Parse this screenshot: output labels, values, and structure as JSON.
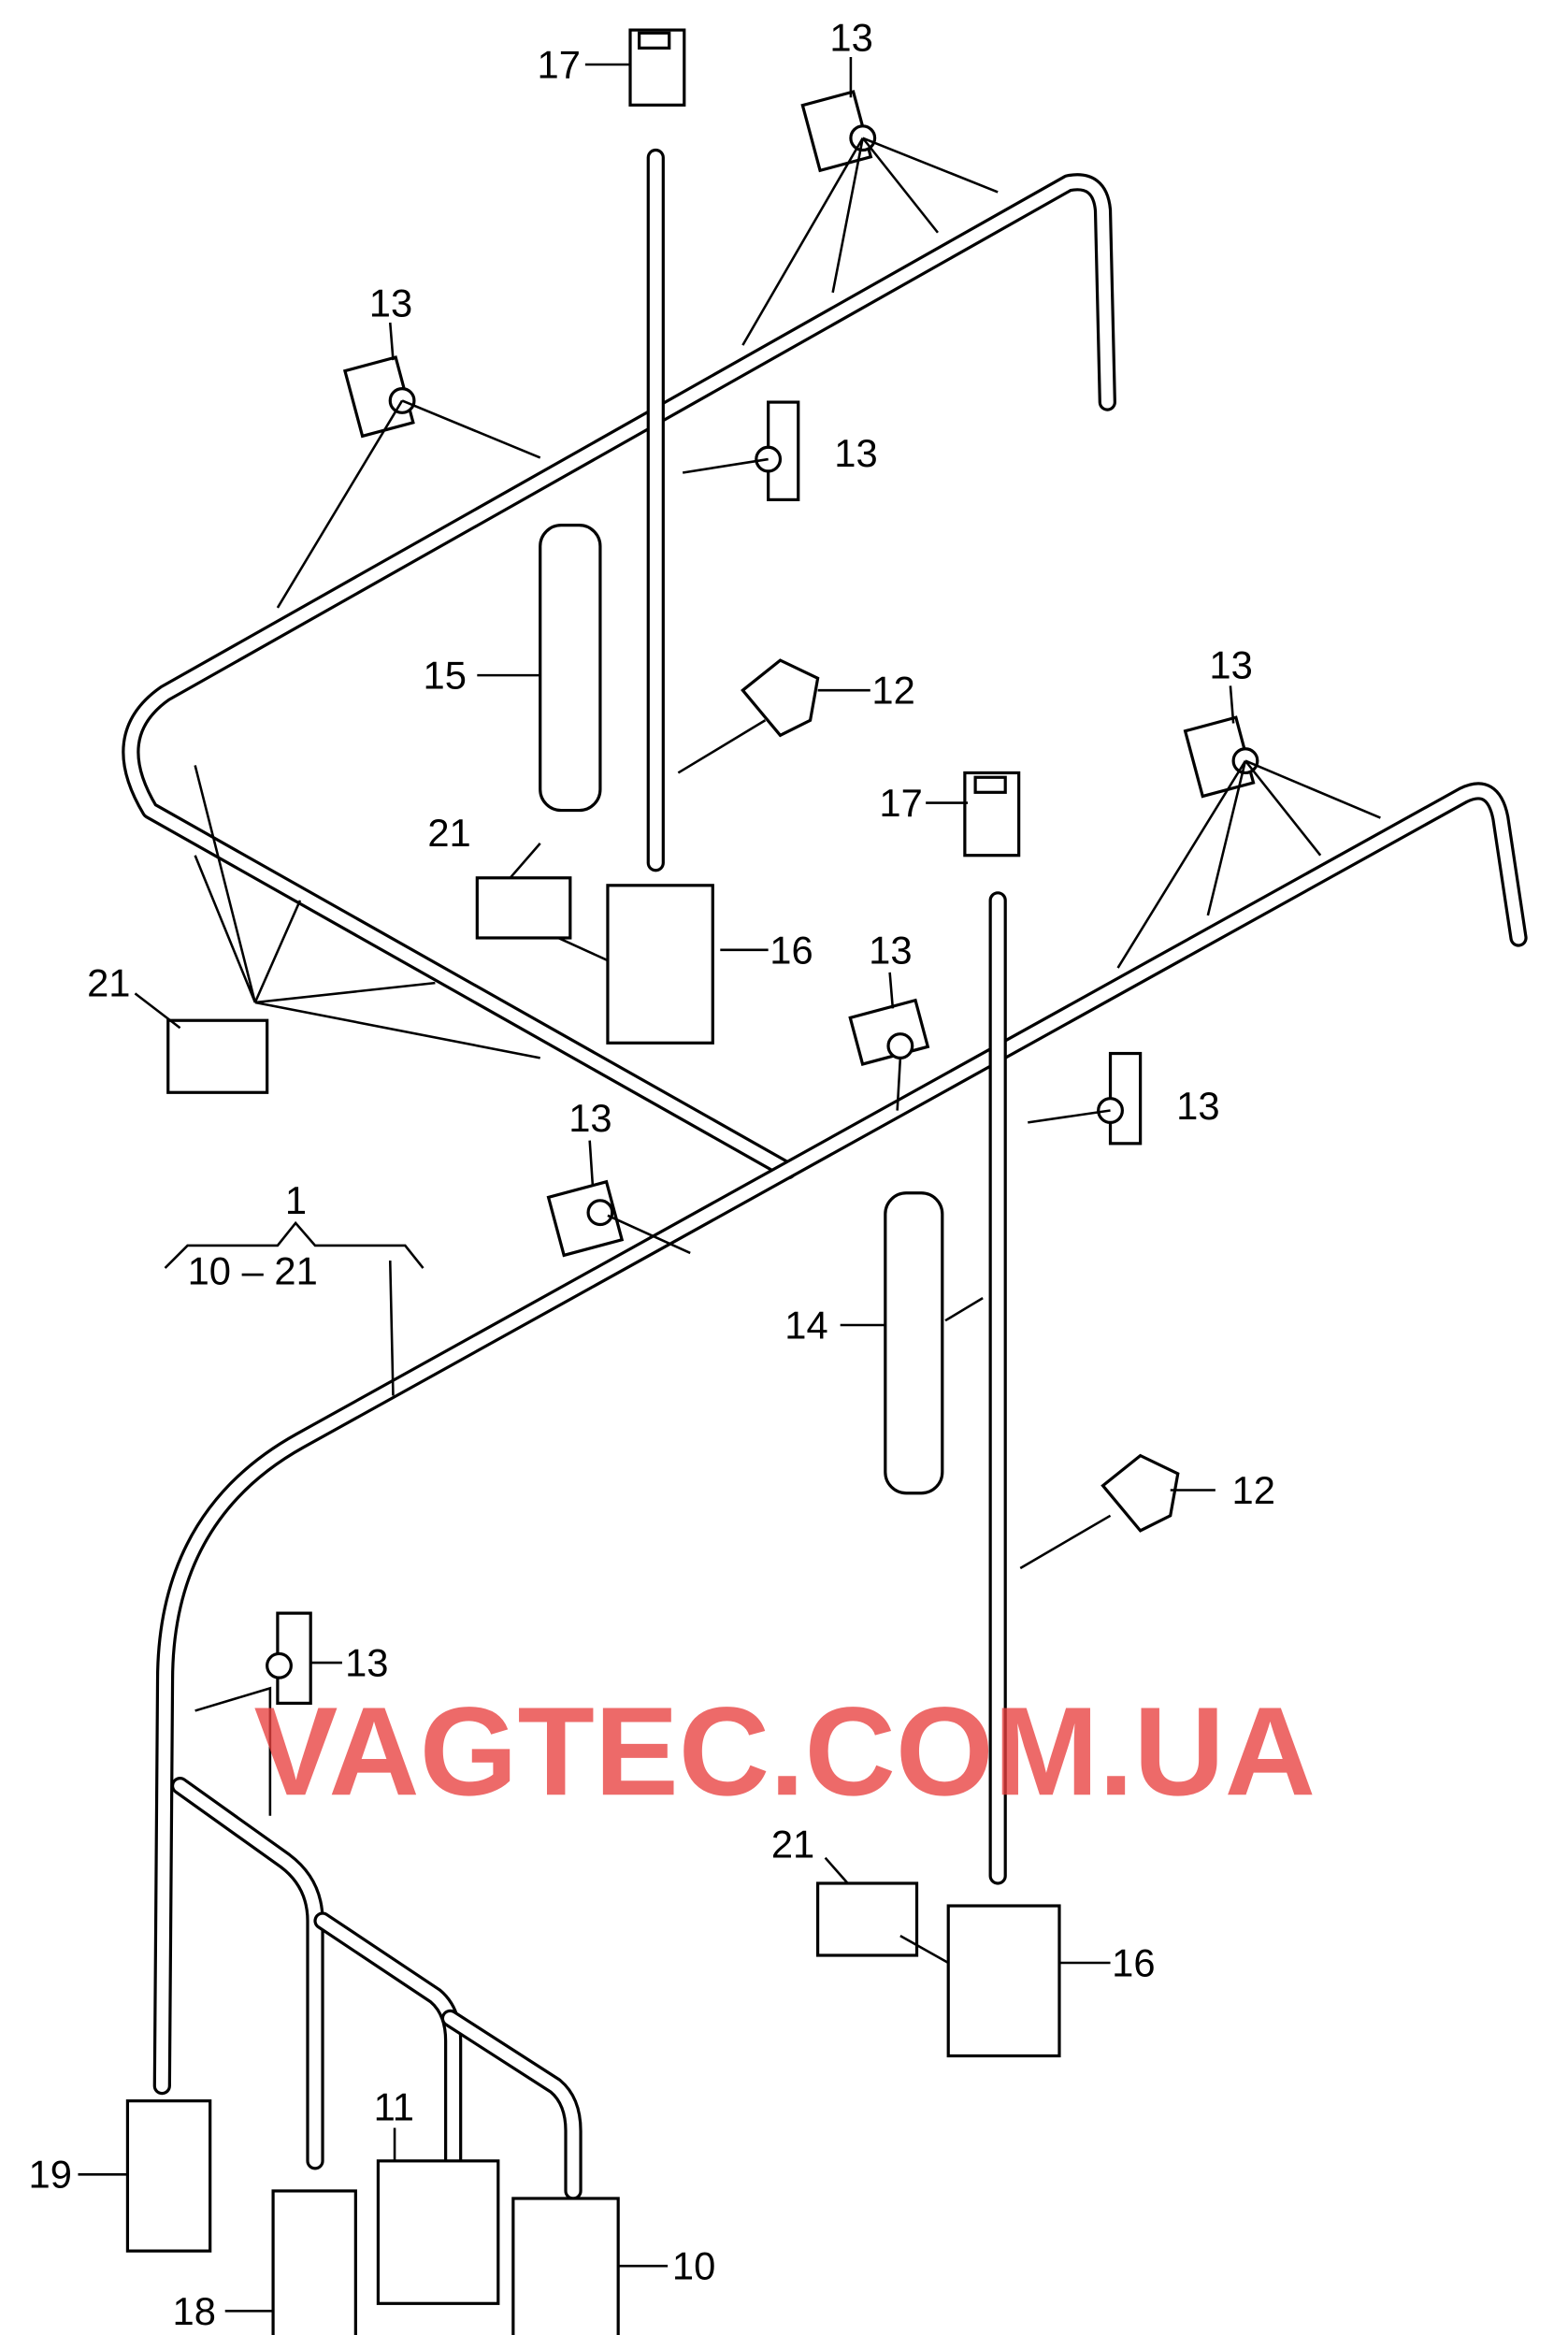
{
  "watermark": "VAGTEC.COM.UA",
  "callouts": {
    "c17a": "17",
    "c13a": "13",
    "c13b": "13",
    "c13c": "13",
    "c15": "15",
    "c12a": "12",
    "c13d": "13",
    "c17b": "17",
    "c21a": "21",
    "c16a": "16",
    "c13e": "13",
    "c21b": "21",
    "c13f": "13",
    "c13g": "13",
    "c1": "1",
    "c10_21": "10 – 21",
    "c14": "14",
    "c12b": "12",
    "c13h": "13",
    "c21c": "21",
    "c16b": "16",
    "c11": "11",
    "c19": "19",
    "c10": "10",
    "c18": "18"
  }
}
